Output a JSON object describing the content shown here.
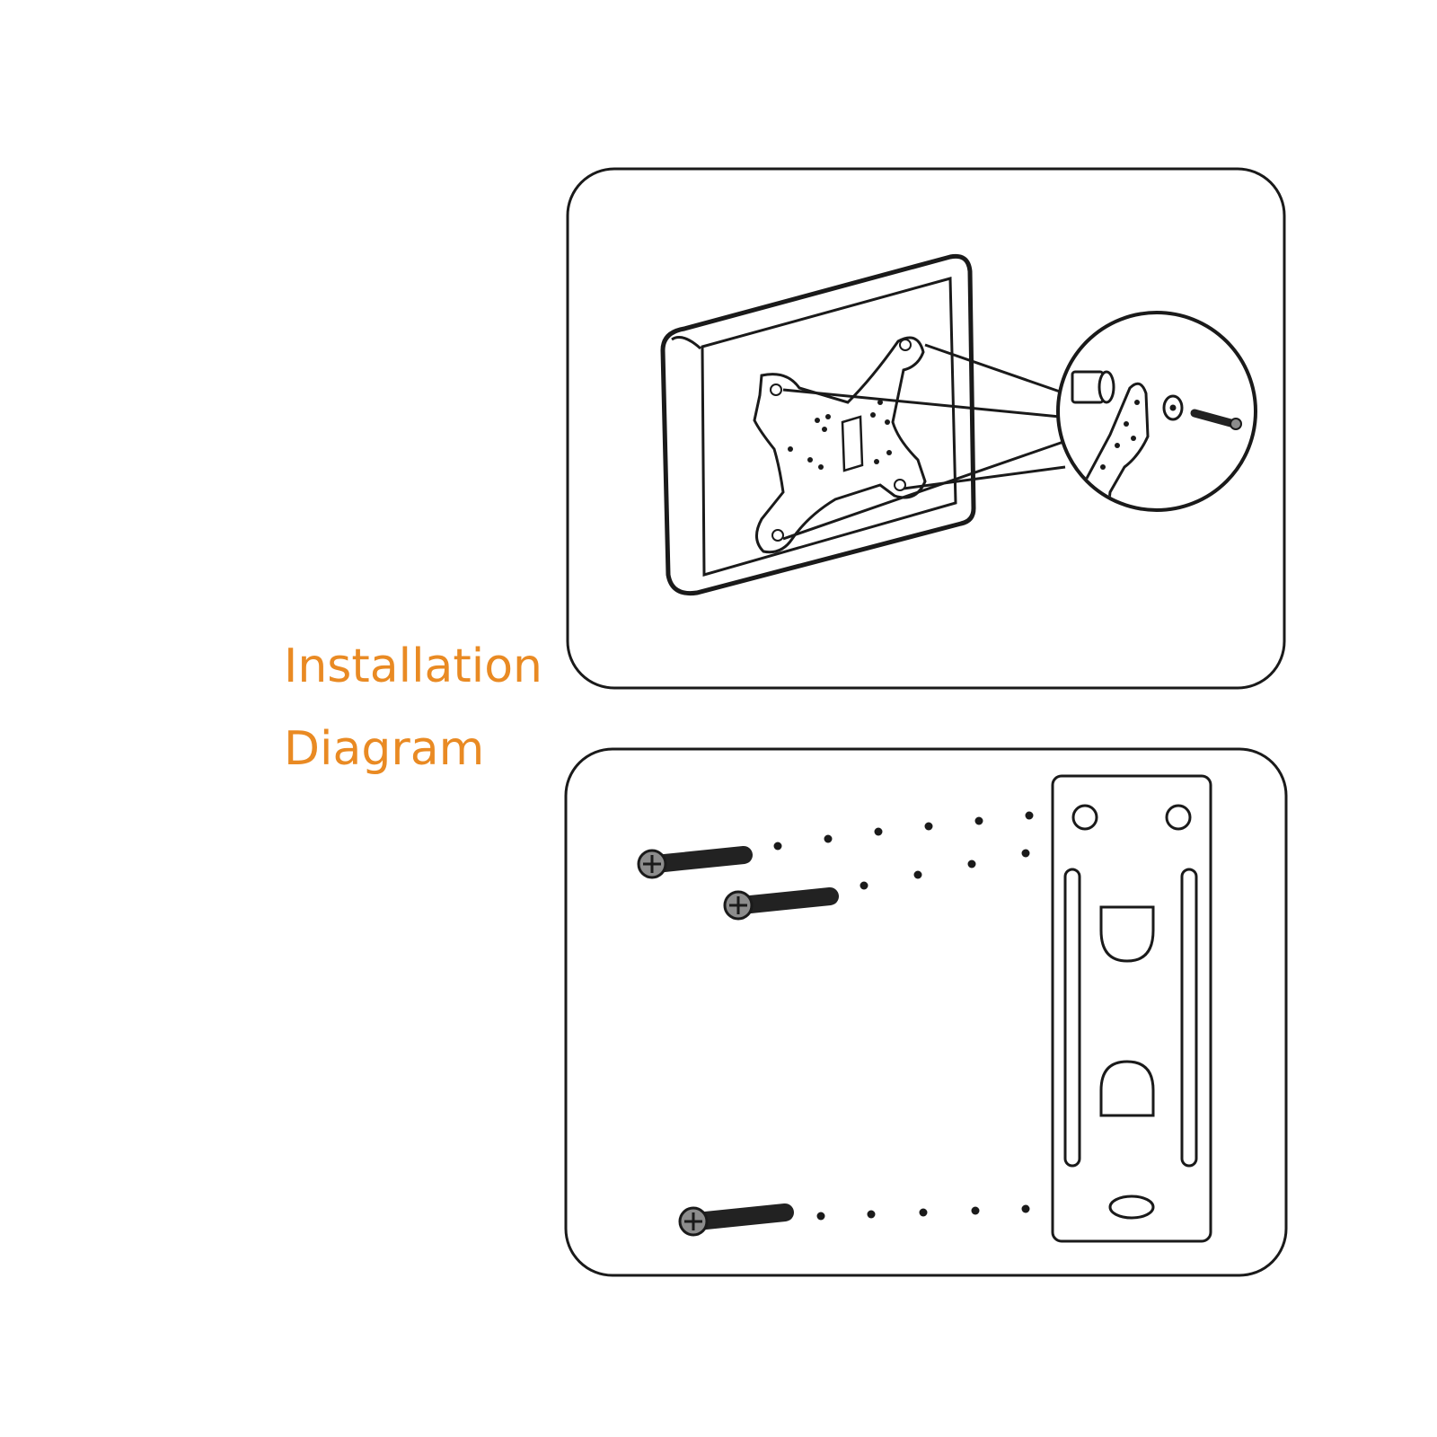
{
  "title": {
    "line1": "Installation",
    "line2": "Diagram"
  },
  "colors": {
    "accent": "#E98A23",
    "ink": "#1a1a1a",
    "screw": "#222222",
    "screw_head": "#8c8c8c"
  },
  "panels": [
    {
      "name": "top-panel",
      "depicts": [
        "tv-back",
        "vesa-plate",
        "magnifier-callout",
        "spacer",
        "bracket",
        "washer",
        "screw"
      ]
    },
    {
      "name": "bottom-panel",
      "depicts": [
        "screw",
        "screw",
        "screw",
        "wall-plate"
      ]
    }
  ]
}
